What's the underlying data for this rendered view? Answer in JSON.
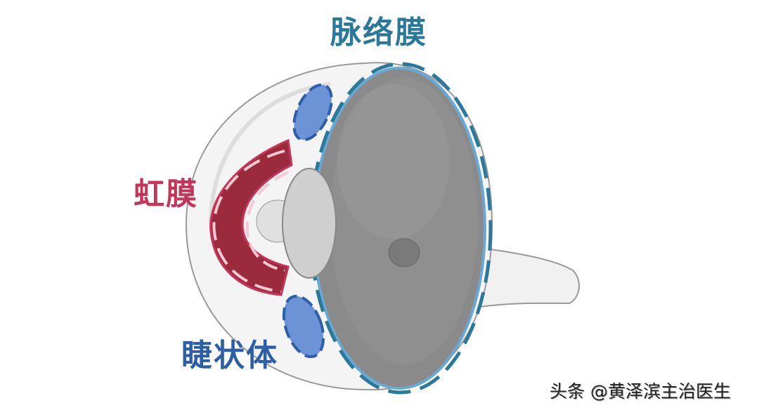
{
  "labels": {
    "choroid": "脉络膜",
    "iris": "虹膜",
    "ciliary_body": "睫状体"
  },
  "watermark": "头条 @黄泽滨主治医生",
  "colors": {
    "choroid": "#2b7898",
    "iris": "#c3365a",
    "ciliary_body": "#2f5ea8"
  }
}
